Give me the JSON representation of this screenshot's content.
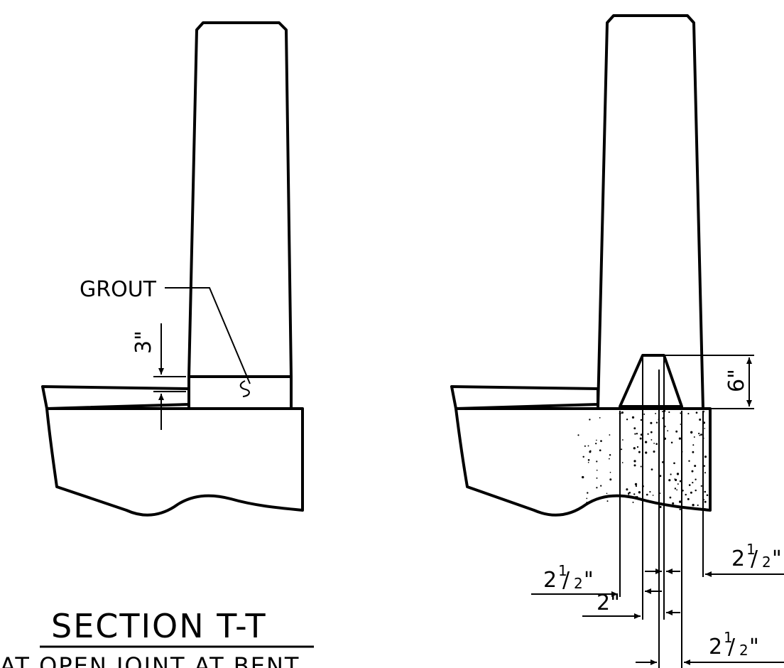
{
  "left_detail": {
    "grout_label": "GROUT",
    "dim_3in": "3\"",
    "title": "SECTION T-T",
    "subtitle": "AT OPEN JOINT AT BENT"
  },
  "right_detail": {
    "dim_6in": "6\"",
    "dim_2half_left": {
      "whole": "2",
      "num": "1",
      "den": "2",
      "unit": "\""
    },
    "dim_2half_right": {
      "whole": "2",
      "num": "1",
      "den": "2",
      "unit": "\""
    },
    "dim_2half_bottom": {
      "whole": "2",
      "num": "1",
      "den": "2",
      "unit": "\""
    },
    "dim_2in": "2\""
  },
  "colors": {
    "ink": "#000000",
    "paper": "#ffffff"
  }
}
